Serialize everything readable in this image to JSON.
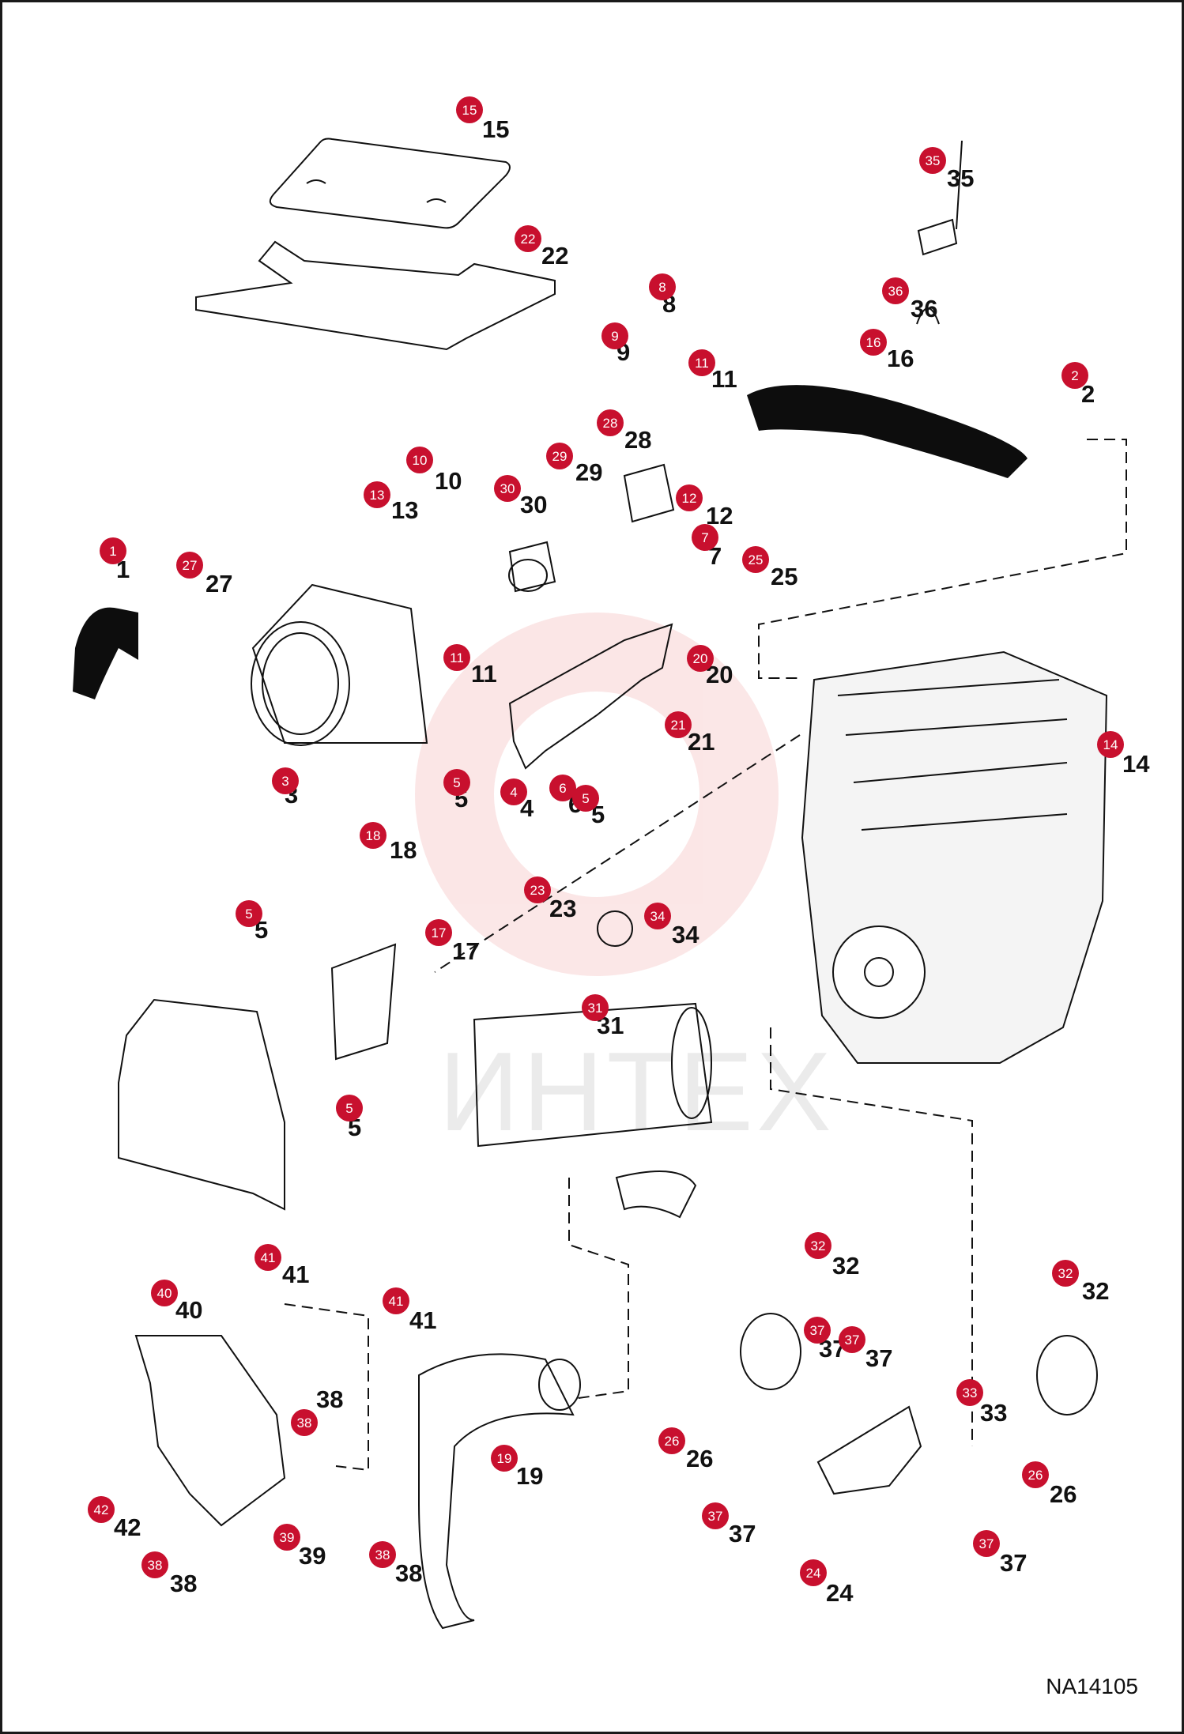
{
  "watermark": "ИНТЕХ",
  "figure_code": "NA14105",
  "colors": {
    "badge": "#c8102e",
    "line": "#111111",
    "hose": "#0d0d0d",
    "watermark": "#e86a6a"
  },
  "callouts": [
    {
      "label": "15"
    },
    {
      "label": "22"
    },
    {
      "label": "35"
    },
    {
      "label": "8"
    },
    {
      "label": "36"
    },
    {
      "label": "16"
    },
    {
      "label": "9"
    },
    {
      "label": "11"
    },
    {
      "label": "2"
    },
    {
      "label": "28"
    },
    {
      "label": "10"
    },
    {
      "label": "29"
    },
    {
      "label": "13"
    },
    {
      "label": "30"
    },
    {
      "label": "12"
    },
    {
      "label": "7"
    },
    {
      "label": "25"
    },
    {
      "label": "1"
    },
    {
      "label": "27"
    },
    {
      "label": "11"
    },
    {
      "label": "20"
    },
    {
      "label": "21"
    },
    {
      "label": "14"
    },
    {
      "label": "3"
    },
    {
      "label": "5"
    },
    {
      "label": "4"
    },
    {
      "label": "6"
    },
    {
      "label": "5"
    },
    {
      "label": "18"
    },
    {
      "label": "23"
    },
    {
      "label": "5"
    },
    {
      "label": "34"
    },
    {
      "label": "17"
    },
    {
      "label": "31"
    },
    {
      "label": "5"
    },
    {
      "label": "41"
    },
    {
      "label": "32"
    },
    {
      "label": "32"
    },
    {
      "label": "40"
    },
    {
      "label": "41"
    },
    {
      "label": "37"
    },
    {
      "label": "37"
    },
    {
      "label": "38"
    },
    {
      "label": "33"
    },
    {
      "label": "26"
    },
    {
      "label": "19"
    },
    {
      "label": "26"
    },
    {
      "label": "42"
    },
    {
      "label": "37"
    },
    {
      "label": "39"
    },
    {
      "label": "38"
    },
    {
      "label": "38"
    },
    {
      "label": "24"
    },
    {
      "label": "37"
    }
  ]
}
